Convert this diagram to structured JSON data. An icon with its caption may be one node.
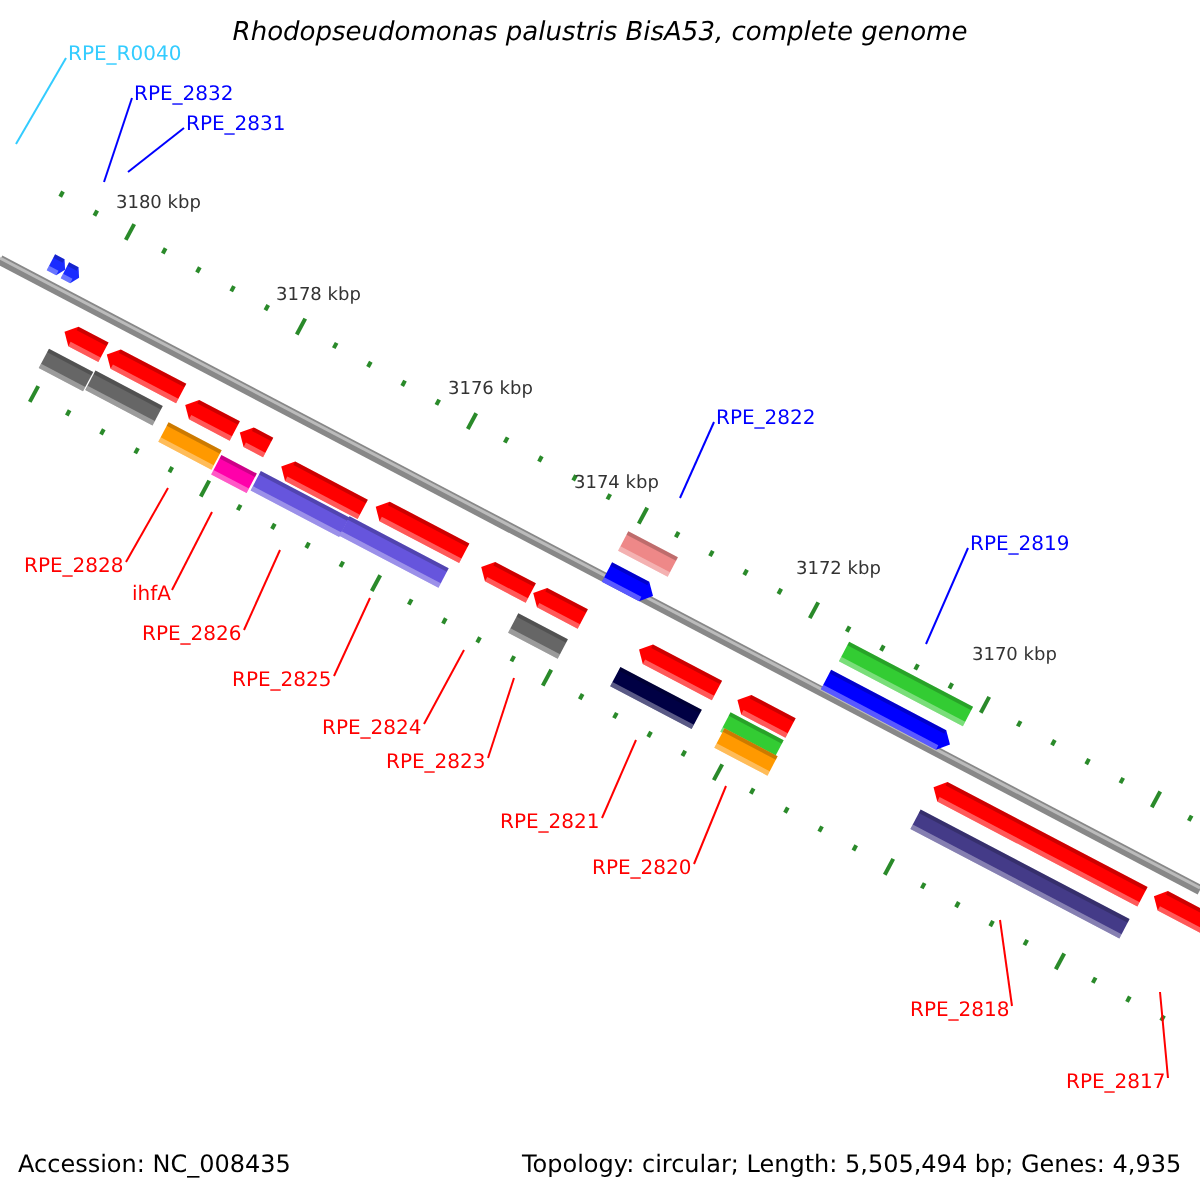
{
  "diagram": {
    "title": "Rhodopseudomonas palustris BisA53, complete genome",
    "nodes": [
      {
        "text": [
          "RPE_R0040"
        ]
      },
      {
        "text": [
          "RPE_2832"
        ]
      },
      {
        "text": [
          "RPE_2831"
        ]
      },
      {
        "text": [
          "RPE_2822"
        ]
      },
      {
        "text": [
          "RPE_2819"
        ]
      },
      {
        "text": [
          "RPE_2828"
        ]
      },
      {
        "text": [
          "ihfA"
        ]
      },
      {
        "text": [
          "RPE_2826"
        ]
      },
      {
        "text": [
          "RPE_2825"
        ]
      },
      {
        "text": [
          "RPE_2824"
        ]
      },
      {
        "text": [
          "RPE_2823"
        ]
      },
      {
        "text": [
          "RPE_2821"
        ]
      },
      {
        "text": [
          "RPE_2820"
        ]
      },
      {
        "text": [
          "RPE_2818"
        ]
      },
      {
        "text": [
          "RPE_2817"
        ]
      }
    ],
    "edges": [
      {
        "from": 0,
        "to": null,
        "arrow": "none",
        "color": "#33ccff"
      },
      {
        "from": 1,
        "to": null,
        "arrow": "none",
        "color": "#0000ff"
      },
      {
        "from": 2,
        "to": null,
        "arrow": "none",
        "color": "#0000ff"
      },
      {
        "from": 3,
        "to": null,
        "arrow": "none",
        "color": "#0000ff"
      },
      {
        "from": 4,
        "to": null,
        "arrow": "none",
        "color": "#0000ff"
      },
      {
        "from": 5,
        "to": null,
        "arrow": "none"
      },
      {
        "from": 6,
        "to": null,
        "arrow": "none"
      },
      {
        "from": 7,
        "to": null,
        "arrow": "none"
      },
      {
        "from": 8,
        "to": null,
        "arrow": "none"
      },
      {
        "from": 9,
        "to": null,
        "arrow": "none"
      },
      {
        "from": 10,
        "to": null,
        "arrow": "none"
      },
      {
        "from": 11,
        "to": null,
        "arrow": "none"
      },
      {
        "from": 12,
        "to": null,
        "arrow": "none"
      },
      {
        "from": 13,
        "to": null,
        "arrow": "none"
      },
      {
        "from": 14,
        "to": null,
        "arrow": "none"
      }
    ],
    "labels": [
      "3180 kbp",
      "3178 kbp",
      "3176 kbp",
      "3174 kbp",
      "3172 kbp",
      "3170 kbp",
      "Accession: NC_008435",
      "Topology: circular; Length: 5,505,494 bp; Genes: 4,935"
    ]
  }
}
